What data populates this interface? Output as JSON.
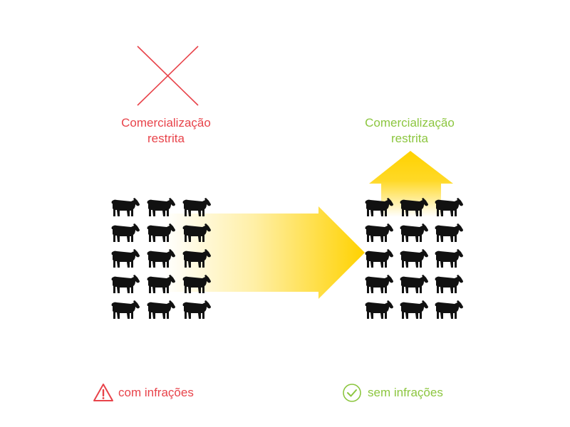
{
  "colors": {
    "restricted": "#e8434a",
    "allowed": "#8cc63f",
    "arrow": "#ffd200",
    "cattle": "#111111"
  },
  "left_status": {
    "icon": "x-mark-icon",
    "caption_line1": "Comercialização",
    "caption_line2": "restrita"
  },
  "right_status": {
    "icon": "up-arrow-icon",
    "caption_line1": "Comercialização",
    "caption_line2": "restrita"
  },
  "legend": {
    "infractions": {
      "icon": "warning-icon",
      "label": "com infrações"
    },
    "no_infractions": {
      "icon": "check-circle-icon",
      "label": "sem infrações"
    }
  },
  "herds": {
    "left": {
      "rows": 5,
      "cols": 3
    },
    "right": {
      "rows": 5,
      "cols": 3
    }
  }
}
